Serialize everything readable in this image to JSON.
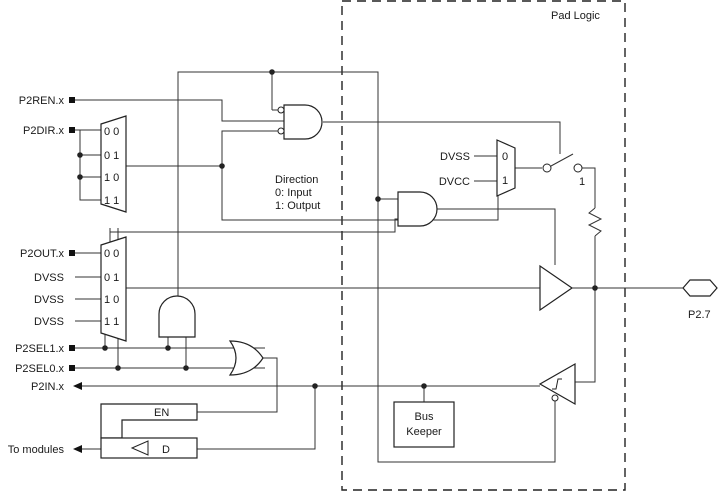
{
  "pad_logic": {
    "title": "Pad Logic"
  },
  "inputs": {
    "p2ren": "P2REN.x",
    "p2dir": "P2DIR.x",
    "p2out": "P2OUT.x",
    "dvss_a": "DVSS",
    "dvss_b": "DVSS",
    "dvss_c": "DVSS",
    "p2sel1": "P2SEL1.x",
    "p2sel0": "P2SEL0.x",
    "p2in": "P2IN.x",
    "to_modules": "To modules"
  },
  "mux_top": {
    "sel": [
      "0 0",
      "0 1",
      "1 0",
      "1 1"
    ]
  },
  "mux_bottom": {
    "sel": [
      "0 0",
      "0 1",
      "1 0",
      "1 1"
    ]
  },
  "direction": {
    "title": "Direction",
    "input": "0: Input",
    "output": "1: Output"
  },
  "pull_mux": {
    "in0_label": "DVSS",
    "in1_label": "DVCC",
    "sel0": "0",
    "sel1": "1",
    "switch_label": "1"
  },
  "latch": {
    "en": "EN",
    "d": "D"
  },
  "bus_keeper": {
    "line1": "Bus",
    "line2": "Keeper"
  },
  "pin": {
    "label": "P2.7"
  }
}
